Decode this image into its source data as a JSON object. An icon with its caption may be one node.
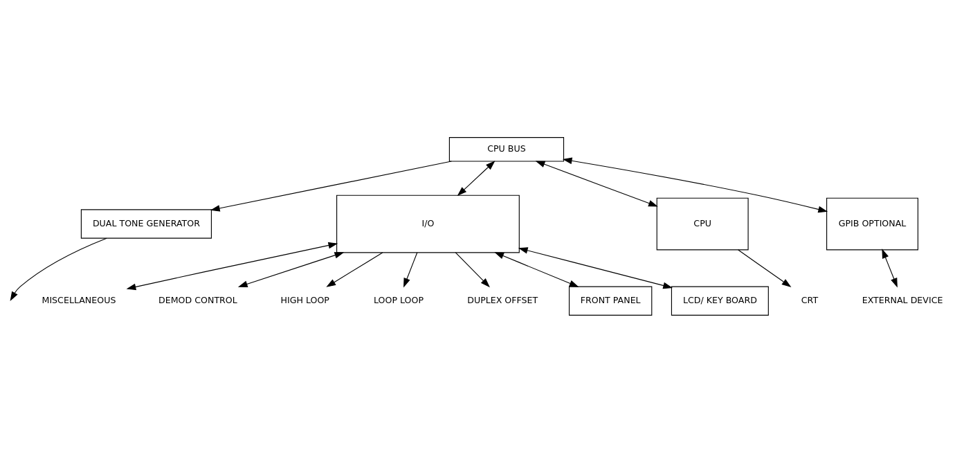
{
  "diagram": {
    "nodes": [
      {
        "text": [
          "CPU BUS"
        ]
      },
      {
        "text": [
          "DUAL TONE GENERATOR"
        ]
      },
      {
        "text": [
          "I/O"
        ]
      },
      {
        "text": [
          "CPU"
        ]
      },
      {
        "text": [
          "GPIB OPTIONAL"
        ]
      },
      {
        "text": [
          "MISCELLANEOUS"
        ]
      },
      {
        "text": [
          "DEMOD CONTROL"
        ]
      },
      {
        "text": [
          "HIGH LOOP"
        ]
      },
      {
        "text": [
          "LOOP LOOP"
        ]
      },
      {
        "text": [
          "DUPLEX OFFSET"
        ]
      },
      {
        "text": [
          "CRT"
        ]
      },
      {
        "text": [
          "EXTERNAL DEVICE"
        ]
      },
      {
        "text": [
          "FRONT PANEL"
        ]
      },
      {
        "text": [
          "LCD/ KEY BOARD"
        ]
      }
    ],
    "edges": [
      {
        "from": 0,
        "to": 1,
        "arrow": "to"
      },
      {
        "from": 0,
        "to": 2,
        "arrow": "both"
      },
      {
        "from": 0,
        "to": 3,
        "arrow": "both"
      },
      {
        "from": 0,
        "to": 4,
        "arrow": "both"
      },
      {
        "from": 1,
        "to": null,
        "arrow": "to"
      },
      {
        "from": 2,
        "to": 5,
        "arrow": "both"
      },
      {
        "from": 2,
        "to": 6,
        "arrow": "both"
      },
      {
        "from": 2,
        "to": 12,
        "arrow": "both"
      },
      {
        "from": 2,
        "to": 13,
        "arrow": "both"
      },
      {
        "from": 2,
        "to": 7,
        "arrow": "to"
      },
      {
        "from": 2,
        "to": 8,
        "arrow": "to"
      },
      {
        "from": 2,
        "to": 9,
        "arrow": "to"
      },
      {
        "from": 3,
        "to": 10,
        "arrow": "to"
      },
      {
        "from": 4,
        "to": 11,
        "arrow": "both"
      }
    ]
  }
}
